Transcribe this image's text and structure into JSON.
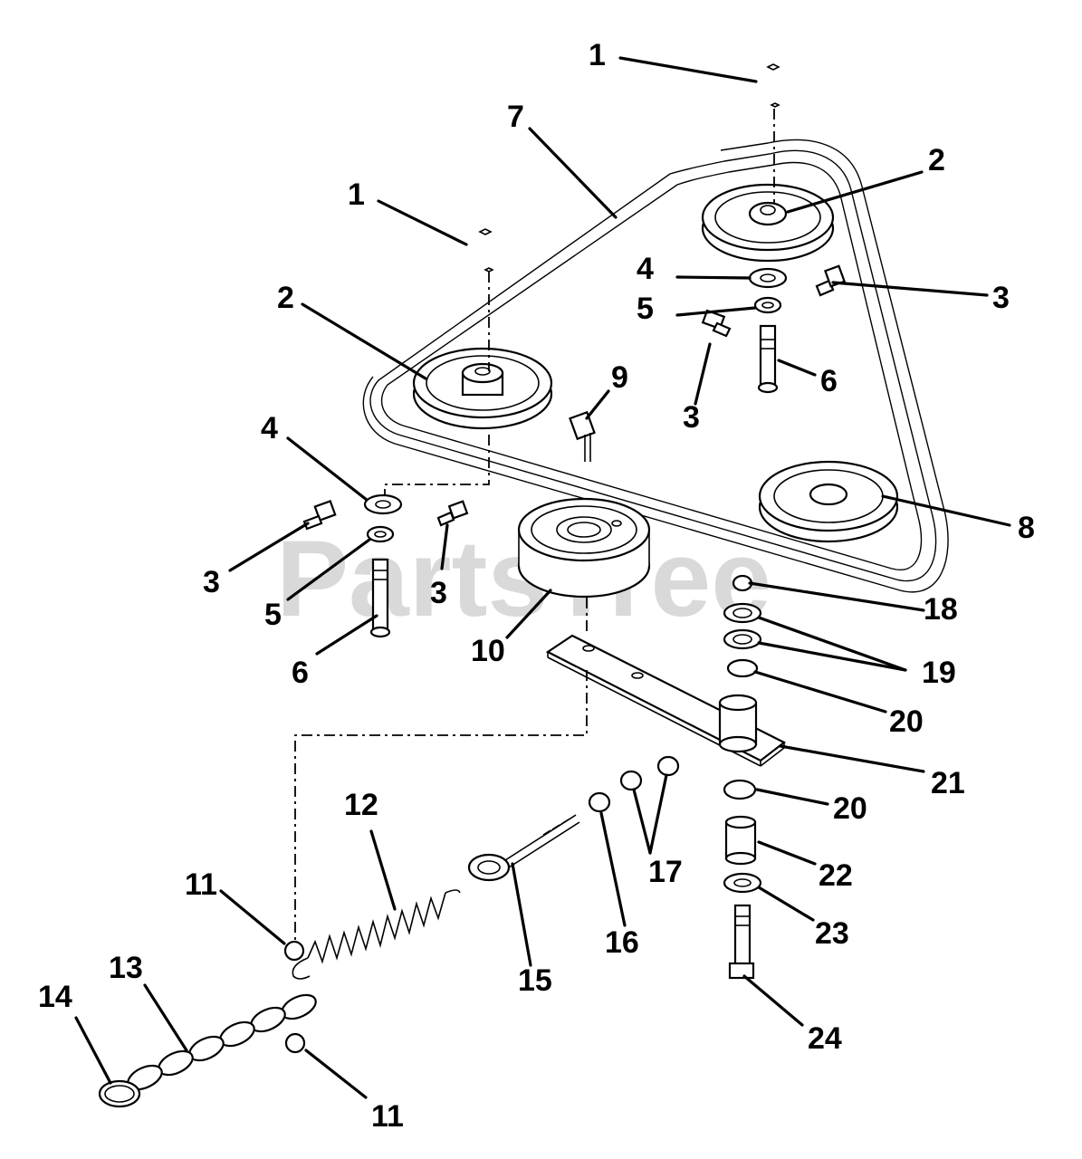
{
  "watermark": {
    "text": "PartsTree"
  },
  "callouts": [
    {
      "text": "1"
    },
    {
      "text": "7"
    },
    {
      "text": "1"
    },
    {
      "text": "2"
    },
    {
      "text": "4"
    },
    {
      "text": "3"
    },
    {
      "text": "5"
    },
    {
      "text": "2"
    },
    {
      "text": "9"
    },
    {
      "text": "3"
    },
    {
      "text": "6"
    },
    {
      "text": "4"
    },
    {
      "text": "8"
    },
    {
      "text": "3"
    },
    {
      "text": "3"
    },
    {
      "text": "5"
    },
    {
      "text": "18"
    },
    {
      "text": "10"
    },
    {
      "text": "19"
    },
    {
      "text": "6"
    },
    {
      "text": "20"
    },
    {
      "text": "21"
    },
    {
      "text": "12"
    },
    {
      "text": "20"
    },
    {
      "text": "11"
    },
    {
      "text": "17"
    },
    {
      "text": "22"
    },
    {
      "text": "16"
    },
    {
      "text": "23"
    },
    {
      "text": "13"
    },
    {
      "text": "15"
    },
    {
      "text": "14"
    },
    {
      "text": "24"
    },
    {
      "text": "11"
    }
  ],
  "colors": {
    "line": "#000000",
    "background": "#ffffff",
    "watermark": "#d9d9d9"
  }
}
